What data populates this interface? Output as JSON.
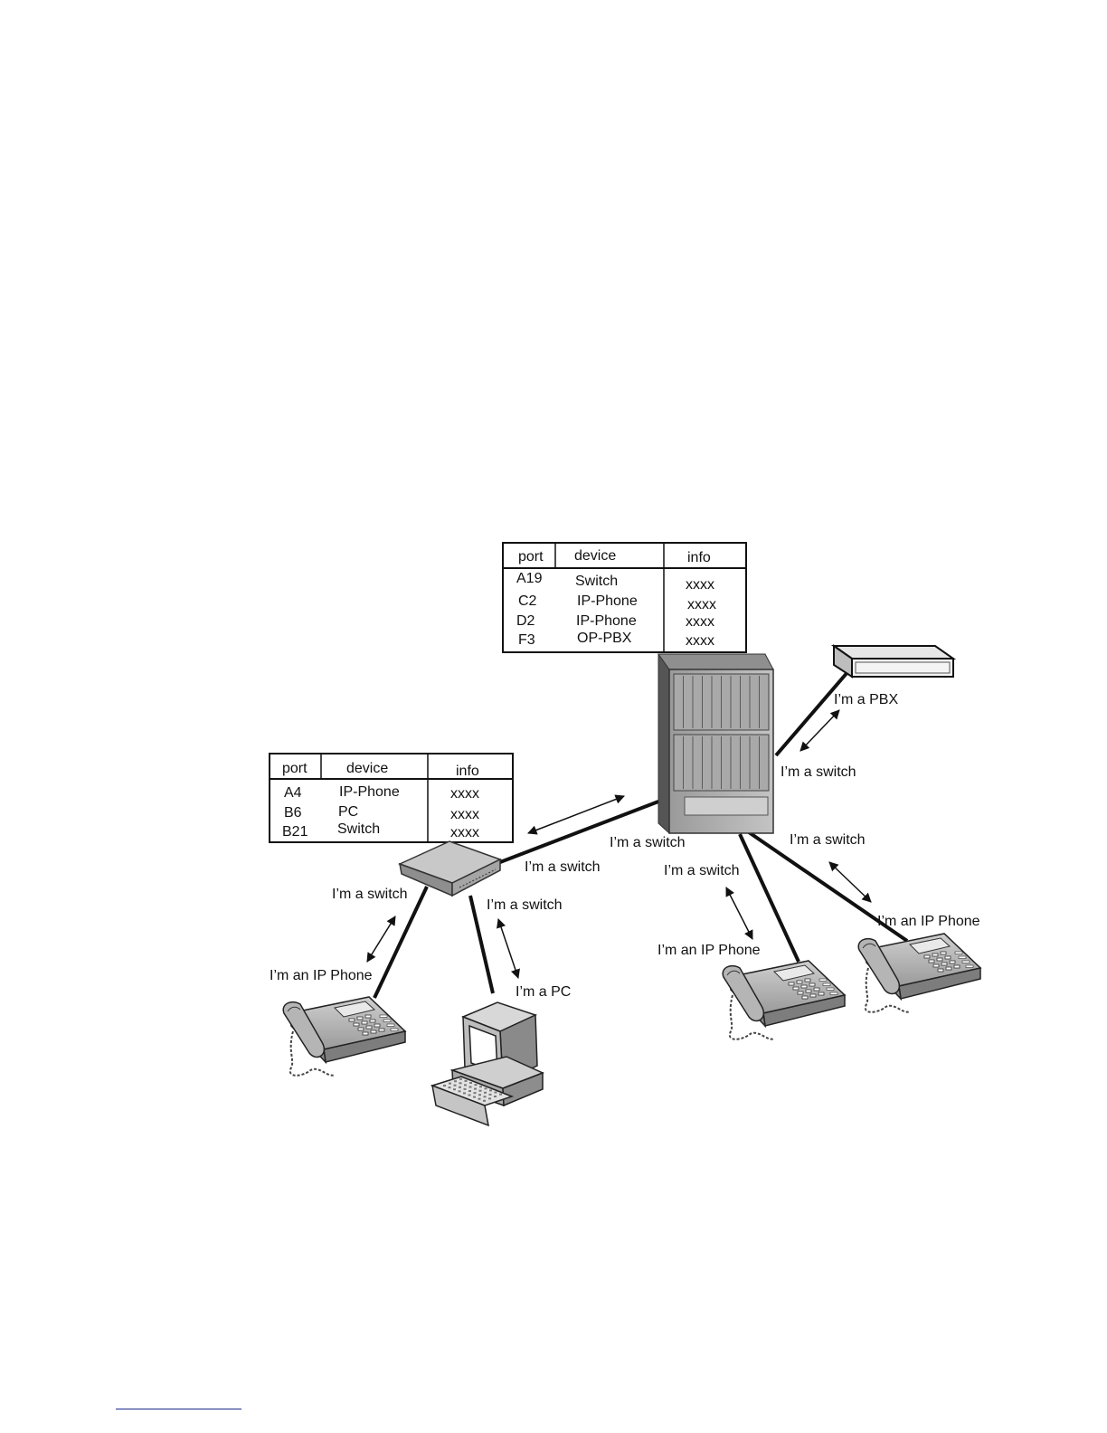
{
  "core_table": {
    "headers": [
      "port",
      "device",
      "info"
    ],
    "rows": [
      [
        "A19",
        "Switch",
        "xxxx"
      ],
      [
        "C2",
        "IP-Phone",
        "xxxx"
      ],
      [
        "D2",
        "IP-Phone",
        "xxxx"
      ],
      [
        "F3",
        "OP-PBX",
        "xxxx"
      ]
    ]
  },
  "edge_table": {
    "headers": [
      "port",
      "device",
      "info"
    ],
    "rows": [
      [
        "A4",
        "IP-Phone",
        "xxxx"
      ],
      [
        "B6",
        "PC",
        "xxxx"
      ],
      [
        "B21",
        "Switch",
        "xxxx"
      ]
    ]
  },
  "labels": {
    "pbx_says": "I’m a PBX",
    "core_to_pbx": "I’m a switch",
    "core_to_edge": "I’m a switch",
    "edge_to_core": "I’m a switch",
    "core_to_phone_right": "I’m a switch",
    "core_to_phone_mid": "I’m a switch",
    "edge_to_phone": "I’m a switch",
    "edge_to_pc": "I’m a switch",
    "phone_left_says": "I’m an IP Phone",
    "pc_says": "I’m a PC",
    "phone_mid_says": "I’m an IP Phone",
    "phone_right_says": "I’m an IP Phone"
  }
}
